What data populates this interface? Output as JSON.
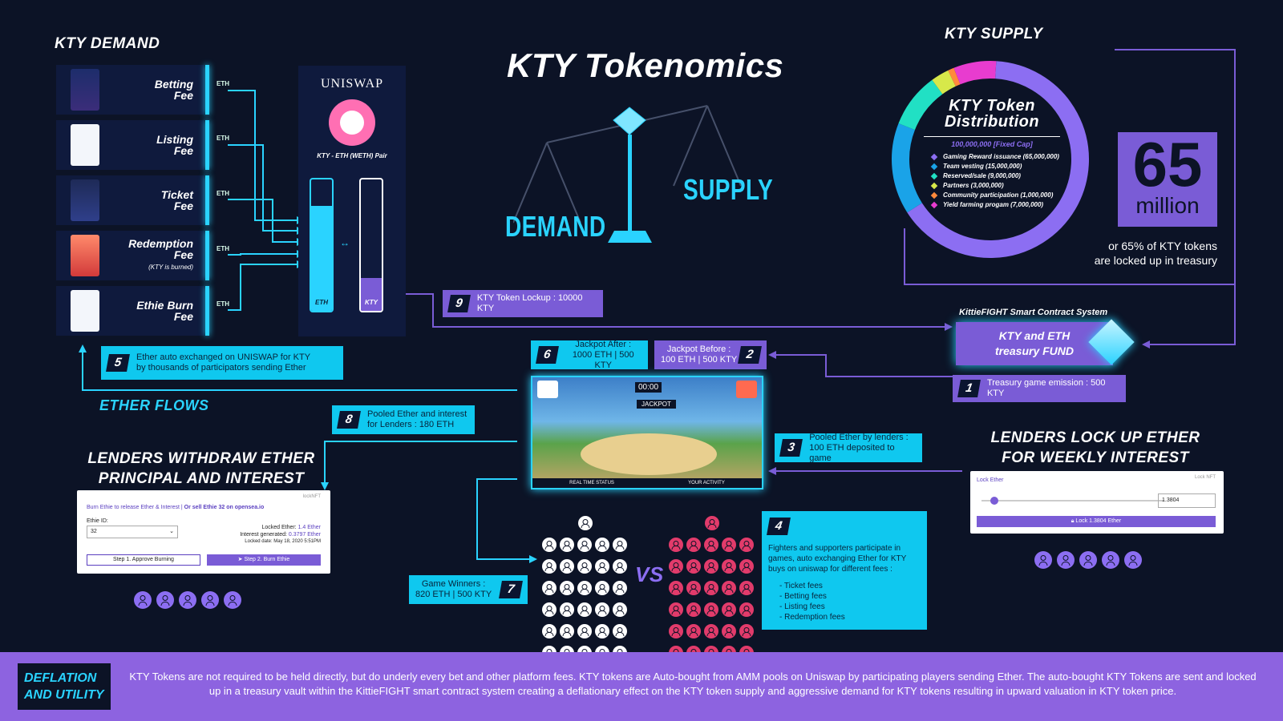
{
  "header": {
    "title": "KTY Tokenomics"
  },
  "demand": {
    "heading": "KTY DEMAND",
    "fees": [
      {
        "label_line1": "Betting",
        "label_line2": "Fee",
        "sub": "",
        "tag": "ETH"
      },
      {
        "label_line1": "Listing",
        "label_line2": "Fee",
        "sub": "",
        "tag": "ETH"
      },
      {
        "label_line1": "Ticket",
        "label_line2": "Fee",
        "sub": "",
        "tag": "ETH"
      },
      {
        "label_line1": "Redemption",
        "label_line2": "Fee",
        "sub": "(KTY is burned)",
        "tag": "ETH"
      },
      {
        "label_line1": "Ethie Burn",
        "label_line2": "Fee",
        "sub": "",
        "tag": "ETH"
      }
    ]
  },
  "uniswap": {
    "name": "UNISWAP",
    "pair": "KTY - ETH (WETH) Pair",
    "eth_label": "ETH",
    "kty_label": "KTY",
    "eth_fill": 0.8,
    "kty_fill": 0.25
  },
  "scale": {
    "demand_word": "DEMAND",
    "supply_word": "SUPPLY"
  },
  "supply": {
    "heading": "KTY SUPPLY",
    "donut_title_1": "KTY Token",
    "donut_title_2": "Distribution",
    "fixed_cap": "100,000,000 [Fixed Cap]",
    "legend": [
      {
        "label": "Gaming Reward issuance (65,000,000)",
        "color": "#8c6ef2",
        "value": 65000000
      },
      {
        "label": "Team vesting (15,000,000)",
        "color": "#1aa3e8",
        "value": 15000000
      },
      {
        "label": "Reserved/sale (9,000,000)",
        "color": "#21e0c4",
        "value": 9000000
      },
      {
        "label": "Partners (3,000,000)",
        "color": "#d7e84a",
        "value": 3000000
      },
      {
        "label": "Community participation (1,000,000)",
        "color": "#ff8a3c",
        "value": 1000000
      },
      {
        "label": "Yield farming progam (7,000,000)",
        "color": "#e83ccf",
        "value": 7000000
      }
    ],
    "big_number": "65",
    "big_unit": "million",
    "caption_1": "or 65% of KTY tokens",
    "caption_2": "are locked up in treasury"
  },
  "treasury": {
    "system_label": "KittieFIGHT Smart Contract System",
    "fund_line1": "KTY and ETH",
    "fund_line2": "treasury FUND"
  },
  "steps": {
    "s1": {
      "num": "1",
      "text": "Treasury game emission : 500 KTY"
    },
    "s2": {
      "num": "2",
      "line1": "Jackpot Before :",
      "line2": "100 ETH | 500 KTY"
    },
    "s3": {
      "num": "3",
      "line1": "Pooled Ether by lenders :",
      "line2": "100 ETH deposited to game"
    },
    "s4": {
      "num": "4",
      "para": "Fighters and supporters participate in games, auto exchanging Ether for KTY buys on uniswap for different fees :",
      "items": [
        "- Ticket fees",
        "- Betting fees",
        "- Listing fees",
        "- Redemption fees"
      ]
    },
    "s5": {
      "num": "5",
      "line1": "Ether auto exchanged on UNISWAP for KTY",
      "line2": "by thousands of participators sending Ether"
    },
    "s6": {
      "num": "6",
      "line1": "Jackpot After :",
      "line2": "1000 ETH | 500 KTY"
    },
    "s7": {
      "num": "7",
      "line1": "Game Winners :",
      "line2": "820 ETH | 500 KTY"
    },
    "s8": {
      "num": "8",
      "line1": "Pooled Ether and interest",
      "line2": "for Lenders : 180 ETH"
    },
    "s9": {
      "num": "9",
      "text": "KTY Token Lockup : 10000 KTY"
    }
  },
  "ether_flows": "ETHER FLOWS",
  "game": {
    "timer": "00:00",
    "jackpot": "JACKPOT",
    "status_left": "REAL TIME STATUS",
    "status_right": "YOUR ACTIVITY"
  },
  "lenders_withdraw": {
    "heading_1": "LENDERS WITHDRAW ETHER",
    "heading_2": "PRINCIPAL AND INTEREST",
    "card_title_a": "Burn Ethie to release Ether & Interest | ",
    "card_title_b": "Or sell Ethie 32 on opensea.io",
    "card_brand": "lockNFT",
    "ethie_label": "Ethie ID:",
    "ethie_value": "32",
    "locked_label": "Locked Ether: ",
    "locked_value": "1.4 Ether",
    "interest_label": "Interest generated: ",
    "interest_value": "0.3797 Ether",
    "locked_date": "Locked date: May 18, 2020 5:51PM",
    "approve_btn": "Step 1. Approve Burning",
    "burn_btn": "Step 2. Burn Ethie"
  },
  "lenders_lock": {
    "heading_1": "LENDERS LOCK UP ETHER",
    "heading_2": "FOR WEEKLY INTEREST",
    "card_label": "Lock Ether",
    "card_link": "Lock NFT",
    "input_value": "1.3804",
    "slider_fraction": 0.05,
    "lock_btn": "Lock 1.3804 Ether"
  },
  "vs_label": "VS",
  "footer": {
    "tag_1": "DEFLATION",
    "tag_2": "AND UTILITY",
    "text": "KTY Tokens are not required to be held directly, but do underly every bet and other platform fees. KTY tokens are Auto-bought from AMM pools on Uniswap by participating players sending Ether. The auto-bought KTY Tokens are sent and locked up in a treasury vault within the KittieFIGHT smart contract system creating a deflationary effect on the KTY token supply and aggressive demand for KTY tokens resulting in upward valuation in KTY token price."
  },
  "colors": {
    "bg": "#0c1326",
    "cyan": "#0fc8ef",
    "violet": "#7a5cd6",
    "footer": "#8d63e0"
  }
}
